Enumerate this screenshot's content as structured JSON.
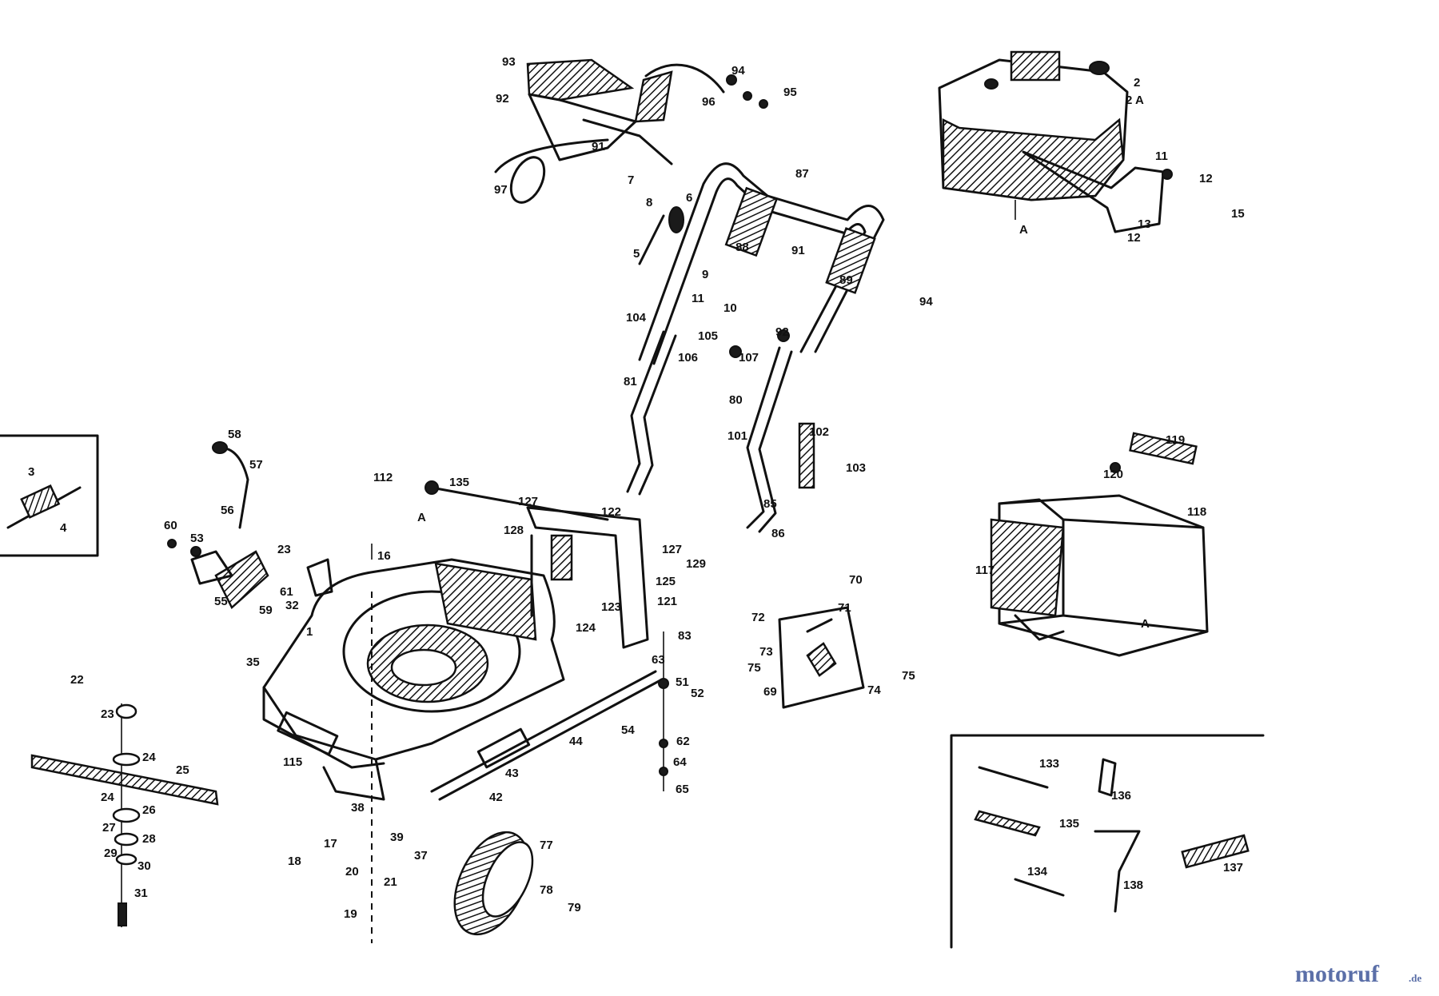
{
  "labels": [
    {
      "t": "93"
    },
    {
      "t": "92"
    },
    {
      "t": "94"
    },
    {
      "t": "96"
    },
    {
      "t": "95"
    },
    {
      "t": "97"
    },
    {
      "t": "91"
    },
    {
      "t": "87"
    },
    {
      "t": "7"
    },
    {
      "t": "8"
    },
    {
      "t": "6"
    },
    {
      "t": "5"
    },
    {
      "t": "88"
    },
    {
      "t": "91"
    },
    {
      "t": "89"
    },
    {
      "t": "94"
    },
    {
      "t": "9"
    },
    {
      "t": "11"
    },
    {
      "t": "10"
    },
    {
      "t": "104"
    },
    {
      "t": "105"
    },
    {
      "t": "106"
    },
    {
      "t": "107"
    },
    {
      "t": "92"
    },
    {
      "t": "81"
    },
    {
      "t": "80"
    },
    {
      "t": "101"
    },
    {
      "t": "102"
    },
    {
      "t": "103"
    },
    {
      "t": "85"
    },
    {
      "t": "86"
    },
    {
      "t": "2"
    },
    {
      "t": "2 A"
    },
    {
      "t": "11"
    },
    {
      "t": "12"
    },
    {
      "t": "15"
    },
    {
      "t": "13"
    },
    {
      "t": "12"
    },
    {
      "t": "A"
    },
    {
      "t": "119"
    },
    {
      "t": "120"
    },
    {
      "t": "118"
    },
    {
      "t": "117"
    },
    {
      "t": "A"
    },
    {
      "t": "3"
    },
    {
      "t": "4"
    },
    {
      "t": "58"
    },
    {
      "t": "57"
    },
    {
      "t": "56"
    },
    {
      "t": "60"
    },
    {
      "t": "53"
    },
    {
      "t": "23"
    },
    {
      "t": "55"
    },
    {
      "t": "61"
    },
    {
      "t": "59"
    },
    {
      "t": "32"
    },
    {
      "t": "112"
    },
    {
      "t": "A"
    },
    {
      "t": "135"
    },
    {
      "t": "127"
    },
    {
      "t": "128"
    },
    {
      "t": "122"
    },
    {
      "t": "16"
    },
    {
      "t": "127"
    },
    {
      "t": "129"
    },
    {
      "t": "125"
    },
    {
      "t": "121"
    },
    {
      "t": "123"
    },
    {
      "t": "124"
    },
    {
      "t": "1"
    },
    {
      "t": "83"
    },
    {
      "t": "63"
    },
    {
      "t": "70"
    },
    {
      "t": "71"
    },
    {
      "t": "72"
    },
    {
      "t": "73"
    },
    {
      "t": "75"
    },
    {
      "t": "69"
    },
    {
      "t": "74"
    },
    {
      "t": "75"
    },
    {
      "t": "22"
    },
    {
      "t": "35"
    },
    {
      "t": "23"
    },
    {
      "t": "24"
    },
    {
      "t": "25"
    },
    {
      "t": "24"
    },
    {
      "t": "26"
    },
    {
      "t": "27"
    },
    {
      "t": "28"
    },
    {
      "t": "29"
    },
    {
      "t": "30"
    },
    {
      "t": "31"
    },
    {
      "t": "115"
    },
    {
      "t": "42"
    },
    {
      "t": "43"
    },
    {
      "t": "44"
    },
    {
      "t": "54"
    },
    {
      "t": "51"
    },
    {
      "t": "52"
    },
    {
      "t": "62"
    },
    {
      "t": "64"
    },
    {
      "t": "65"
    },
    {
      "t": "38"
    },
    {
      "t": "39"
    },
    {
      "t": "17"
    },
    {
      "t": "18"
    },
    {
      "t": "20"
    },
    {
      "t": "21"
    },
    {
      "t": "19"
    },
    {
      "t": "37"
    },
    {
      "t": "77"
    },
    {
      "t": "78"
    },
    {
      "t": "79"
    },
    {
      "t": "133"
    },
    {
      "t": "136"
    },
    {
      "t": "135"
    },
    {
      "t": "134"
    },
    {
      "t": "138"
    },
    {
      "t": "137"
    }
  ],
  "watermark": {
    "brand": "motoruf",
    "tld": ".de"
  }
}
